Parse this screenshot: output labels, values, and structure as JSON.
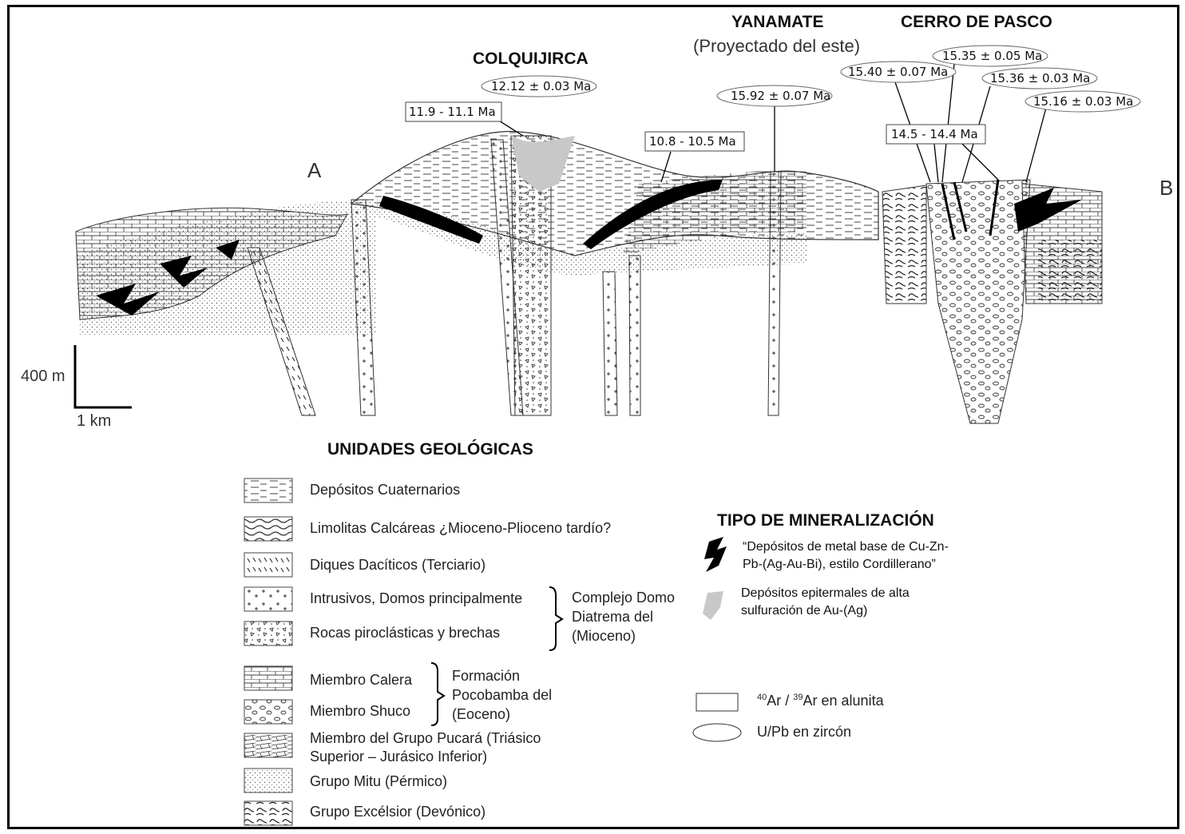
{
  "section": {
    "point_a": "A",
    "point_b": "B",
    "localities": {
      "colquijirca": "COLQUIJIRCA",
      "yanamate": "YANAMATE",
      "yanamate_note": "(Proyectado del este)",
      "cerro_de_pasco": "CERRO DE PASCO"
    },
    "ages": {
      "colq_zircon": "12.12 ± 0.03 Ma",
      "colq_alunite": "11.9 - 11.1 Ma",
      "alunite_mid": "10.8 - 10.5 Ma",
      "yana_zircon": "15.92 ± 0.07 Ma",
      "cdp_zircon_1": "15.40 ± 0.07 Ma",
      "cdp_zircon_2": "15.35 ± 0.05 Ma",
      "cdp_zircon_3": "15.36 ± 0.03 Ma",
      "cdp_zircon_4": "15.16 ± 0.03 Ma",
      "cdp_alunite": "14.5 - 14.4 Ma"
    },
    "scale": {
      "vertical": "400 m",
      "horizontal": "1 km"
    }
  },
  "units": {
    "title": "UNIDADES GEOLÓGICAS",
    "items": [
      {
        "label": "Depósitos Cuaternarios",
        "pattern": "lines"
      },
      {
        "label": "Limolitas Calcáreas ¿Mioceno-Plioceno tardío?",
        "pattern": "wavy"
      },
      {
        "label": "Diques Dacíticos (Terciario)",
        "pattern": "dashes"
      },
      {
        "label": "Intrusivos, Domos principalmente",
        "pattern": "plus"
      },
      {
        "label": "Rocas piroclásticas y brechas",
        "pattern": "breccia"
      },
      {
        "label": "Miembro Calera",
        "pattern": "bricks"
      },
      {
        "label": "Miembro Shuco",
        "pattern": "ovals"
      },
      {
        "label": "Miembro del Grupo Pucará (Triásico Superior – Jurásico Inferior)",
        "pattern": "slant"
      },
      {
        "label": "Grupo Mitu (Pérmico)",
        "pattern": "dots"
      },
      {
        "label": "Grupo Excélsior (Devónico)",
        "pattern": "swirl"
      }
    ],
    "group_domo": [
      "Complejo Domo",
      "Diatrema del",
      "(Mioceno)"
    ],
    "group_pocobamba": [
      "Formación",
      "Pocobamba del",
      "(Eoceno)"
    ]
  },
  "mineralization": {
    "title": "TIPO DE MINERALIZACIÓN",
    "base_metal": [
      "“Depósitos de metal base de Cu-Zn-",
      "Pb-(Ag-Au-Bi), estilo Cordillerano”"
    ],
    "epithermal": [
      "Depósitos epitermales de alta",
      "sulfuración de Au-(Ag)"
    ]
  },
  "dating": {
    "alunite_sup1": "40",
    "alunite_mid": "Ar / ",
    "alunite_sup2": "39",
    "alunite_tail": "Ar en alunita",
    "zircon": "U/Pb en zircón"
  }
}
